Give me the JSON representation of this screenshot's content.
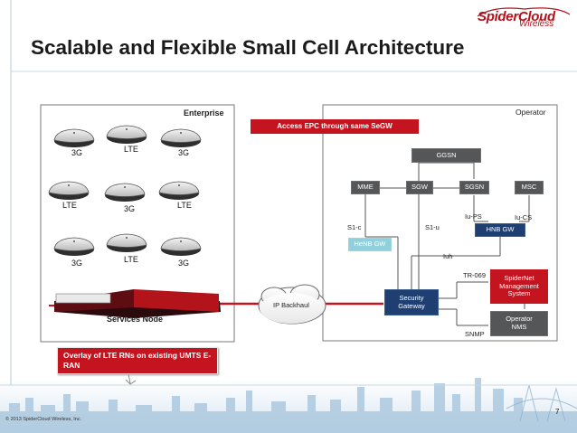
{
  "header": {
    "title": "Scalable and Flexible Small Cell Architecture",
    "logo_text": "SpiderCloud",
    "logo_sub": "Wireless"
  },
  "enterprise": {
    "label": "Enterprise",
    "cells": [
      {
        "tech": "3G"
      },
      {
        "tech": "LTE"
      },
      {
        "tech": "3G"
      },
      {
        "tech": "LTE"
      },
      {
        "tech": "3G"
      },
      {
        "tech": "LTE"
      },
      {
        "tech": "3G"
      },
      {
        "tech": "LTE"
      },
      {
        "tech": "3G"
      }
    ],
    "services_node_label": "Services Node"
  },
  "operator": {
    "label": "Operator",
    "access_banner": "Access EPC through same SeGW",
    "nodes": {
      "ggsn": "GGSN",
      "mme": "MME",
      "sgw": "SGW",
      "sgsn": "SGSN",
      "msc": "MSC",
      "hnb_gw": "HNB GW",
      "henb_gw": "HeNB GW",
      "security_gateway": "Security Gateway",
      "spidernet": "SpiderNet Management System",
      "operator_nms": "Operator NMS"
    },
    "interfaces": {
      "s1c": "S1-c",
      "s1u": "S1-u",
      "iu_ps": "Iu-PS",
      "iu_cs": "Iu-CS",
      "iuh": "Iuh",
      "tr069": "TR-069",
      "snmp": "SNMP"
    }
  },
  "cloud": {
    "label": "IP Backhaul"
  },
  "callout": {
    "text": "Overlay of LTE RNs on existing UMTS E-RAN"
  },
  "footer": {
    "copyright": "© 2013 SpiderCloud Wireless, Inc.",
    "page_number": "7"
  },
  "colors": {
    "accent_red": "#c3141f",
    "node_gray": "#545658",
    "node_navy": "#1f3f73",
    "node_teal": "#8fd0dc"
  }
}
